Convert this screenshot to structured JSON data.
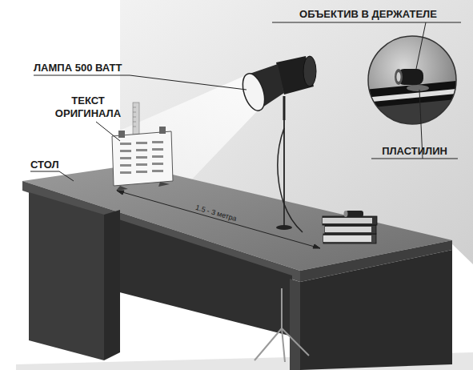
{
  "diagram": {
    "labels": [
      "ОБЪЕКТИВ В ДЕРЖАТЕЛЕ",
      "ЛАМПА 500 ВАТТ",
      "ТЕКСТ ОРИГИНАЛА",
      "ПЛАСТИЛИН",
      "СТОЛ",
      "1.5 - 3 метра"
    ]
  }
}
